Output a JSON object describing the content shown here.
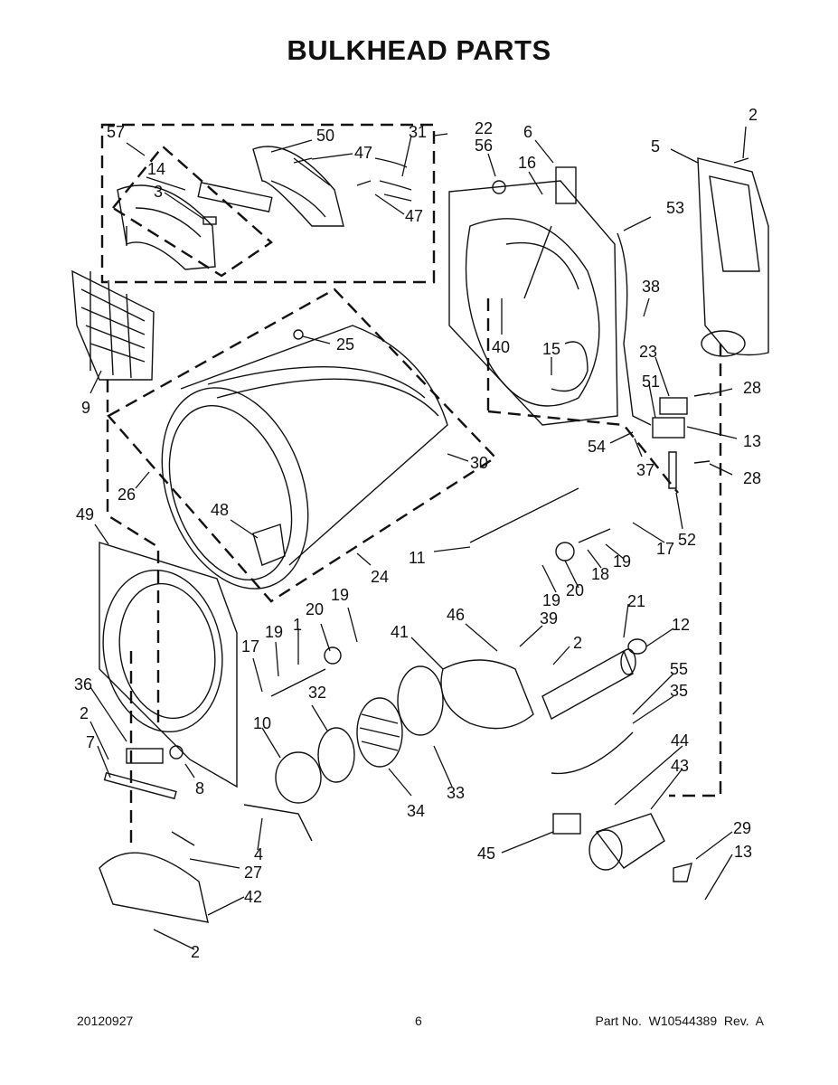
{
  "title": "BULKHEAD PARTS",
  "footer": {
    "date": "20120927",
    "page": "6",
    "part_no": "Part No.  W10544389  Rev.  A"
  },
  "labels": {
    "l57": "57",
    "l50": "50",
    "l47a": "47",
    "l31": "31",
    "l14": "14",
    "l3": "3",
    "l47b": "47",
    "l22": "22",
    "l56": "56",
    "l6": "6",
    "l16": "16",
    "l2a": "2",
    "l5": "5",
    "l53": "53",
    "l38": "38",
    "l25": "25",
    "l40": "40",
    "l15": "15",
    "l23": "23",
    "l9": "9",
    "l51": "51",
    "l28a": "28",
    "l13a": "13",
    "l30": "30",
    "l54": "54",
    "l37": "37",
    "l28b": "28",
    "l26": "26",
    "l49": "49",
    "l48": "48",
    "l52": "52",
    "l11": "11",
    "l17a": "17",
    "l19a": "19",
    "l18": "18",
    "l24": "24",
    "l19b": "19",
    "l20a": "20",
    "l21": "21",
    "l19c": "19",
    "l20b": "20",
    "l1": "1",
    "l46": "46",
    "l39": "39",
    "l41": "41",
    "l12": "12",
    "l17b": "17",
    "l19d": "19",
    "l2b": "2",
    "l55": "55",
    "l32": "32",
    "l36": "36",
    "l35": "35",
    "l2c": "2",
    "l10": "10",
    "l7": "7",
    "l8": "8",
    "l34": "34",
    "l33": "33",
    "l44": "44",
    "l43": "43",
    "l29": "29",
    "l4": "4",
    "l45": "45",
    "l13b": "13",
    "l27": "27",
    "l42": "42",
    "l2d": "2"
  }
}
